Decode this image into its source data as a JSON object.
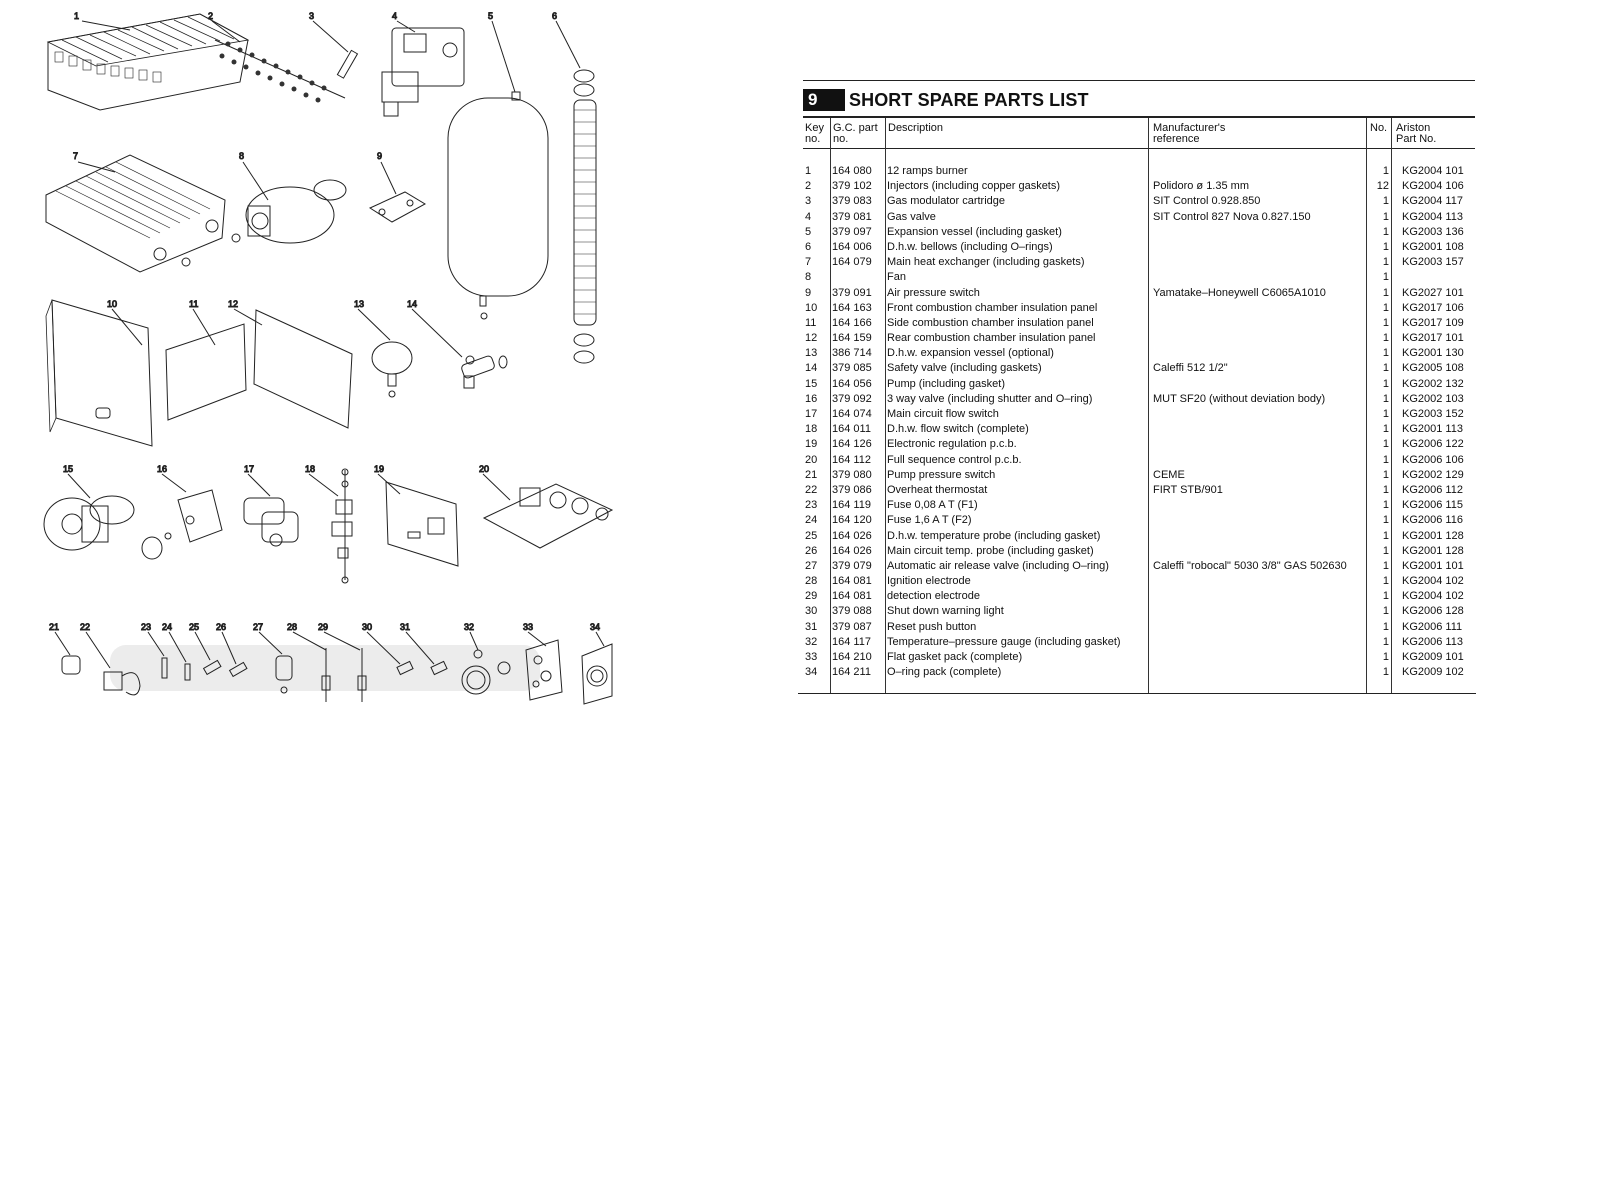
{
  "diagram": {
    "callouts": [
      "1",
      "2",
      "3",
      "4",
      "5",
      "6",
      "7",
      "8",
      "9",
      "10",
      "11",
      "12",
      "13",
      "14",
      "15",
      "16",
      "17",
      "18",
      "19",
      "20",
      "21",
      "22",
      "23",
      "24",
      "25",
      "26",
      "27",
      "28",
      "29",
      "30",
      "31",
      "32",
      "33",
      "34"
    ]
  },
  "parts_list": {
    "section_number": "9",
    "title": "SHORT SPARE PARTS LIST",
    "headers": {
      "key": [
        "Key",
        "no."
      ],
      "gc": [
        "G.C. part",
        "no."
      ],
      "description": [
        "Description"
      ],
      "manufacturer": [
        "Manufacturer's",
        "reference"
      ],
      "no": [
        "No."
      ],
      "ariston": [
        "Ariston",
        "Part No."
      ]
    },
    "rows": [
      {
        "key": "1",
        "gc": "164 080",
        "desc": "12 ramps burner",
        "mfr": "",
        "no": "1",
        "ariston": "KG2004 101"
      },
      {
        "key": "2",
        "gc": "379 102",
        "desc": "Injectors (including copper gaskets)",
        "mfr": "Polidoro ø 1.35 mm",
        "no": "12",
        "ariston": "KG2004 106"
      },
      {
        "key": "3",
        "gc": "379 083",
        "desc": "Gas modulator cartridge",
        "mfr": "SIT Control 0.928.850",
        "no": "1",
        "ariston": "KG2004 117"
      },
      {
        "key": "4",
        "gc": "379 081",
        "desc": "Gas valve",
        "mfr": "SIT Control 827 Nova 0.827.150",
        "no": "1",
        "ariston": "KG2004 113"
      },
      {
        "key": "5",
        "gc": "379 097",
        "desc": "Expansion vessel (including gasket)",
        "mfr": "",
        "no": "1",
        "ariston": "KG2003 136"
      },
      {
        "key": "6",
        "gc": "164 006",
        "desc": "D.h.w. bellows (including O–rings)",
        "mfr": "",
        "no": "1",
        "ariston": "KG2001 108"
      },
      {
        "key": "7",
        "gc": "164 079",
        "desc": "Main heat exchanger (including gaskets)",
        "mfr": "",
        "no": "1",
        "ariston": "KG2003 157"
      },
      {
        "key": "8",
        "gc": "",
        "desc": "Fan",
        "mfr": "",
        "no": "1",
        "ariston": ""
      },
      {
        "key": "9",
        "gc": "379 091",
        "desc": "Air pressure switch",
        "mfr": "Yamatake–Honeywell C6065A1010",
        "no": "1",
        "ariston": "KG2027 101"
      },
      {
        "key": "10",
        "gc": "164 163",
        "desc": "Front combustion chamber insulation panel",
        "mfr": "",
        "no": "1",
        "ariston": "KG2017 106"
      },
      {
        "key": "11",
        "gc": "164 166",
        "desc": "Side combustion chamber insulation panel",
        "mfr": "",
        "no": "1",
        "ariston": "KG2017 109"
      },
      {
        "key": "12",
        "gc": "164 159",
        "desc": "Rear combustion chamber insulation panel",
        "mfr": "",
        "no": "1",
        "ariston": "KG2017 101"
      },
      {
        "key": "13",
        "gc": "386 714",
        "desc": "D.h.w. expansion vessel (optional)",
        "mfr": "",
        "no": "1",
        "ariston": "KG2001 130"
      },
      {
        "key": "14",
        "gc": "379 085",
        "desc": "Safety valve (including gaskets)",
        "mfr": "Caleffi  512 1/2\"",
        "no": "1",
        "ariston": "KG2005 108"
      },
      {
        "key": "15",
        "gc": "164 056",
        "desc": "Pump (including gasket)",
        "mfr": "",
        "no": "1",
        "ariston": "KG2002 132"
      },
      {
        "key": "16",
        "gc": "379 092",
        "desc": "3 way valve (including shutter and O–ring)",
        "mfr": "MUT SF20 (without deviation body)",
        "no": "1",
        "ariston": "KG2002 103"
      },
      {
        "key": "17",
        "gc": "164 074",
        "desc": "Main circuit flow switch",
        "mfr": "",
        "no": "1",
        "ariston": "KG2003 152"
      },
      {
        "key": "18",
        "gc": "164 011",
        "desc": "D.h.w. flow switch (complete)",
        "mfr": "",
        "no": "1",
        "ariston": "KG2001 113"
      },
      {
        "key": "19",
        "gc": "164 126",
        "desc": "Electronic regulation p.c.b.",
        "mfr": "",
        "no": "1",
        "ariston": "KG2006 122"
      },
      {
        "key": "20",
        "gc": "164 112",
        "desc": "Full sequence control p.c.b.",
        "mfr": "",
        "no": "1",
        "ariston": "KG2006 106"
      },
      {
        "key": "21",
        "gc": "379 080",
        "desc": "Pump pressure switch",
        "mfr": "CEME",
        "no": "1",
        "ariston": "KG2002 129"
      },
      {
        "key": "22",
        "gc": "379 086",
        "desc": "Overheat thermostat",
        "mfr": "FIRT STB/901",
        "no": "1",
        "ariston": "KG2006 112"
      },
      {
        "key": "23",
        "gc": "164 119",
        "desc": "Fuse 0,08 A T (F1)",
        "mfr": "",
        "no": "1",
        "ariston": "KG2006 115"
      },
      {
        "key": "24",
        "gc": "164 120",
        "desc": "Fuse 1,6 A T (F2)",
        "mfr": "",
        "no": "1",
        "ariston": "KG2006 116"
      },
      {
        "key": "25",
        "gc": "164 026",
        "desc": "D.h.w. temperature probe (including gasket)",
        "mfr": "",
        "no": "1",
        "ariston": "KG2001 128"
      },
      {
        "key": "26",
        "gc": "164 026",
        "desc": "Main circuit temp. probe (including gasket)",
        "mfr": "",
        "no": "1",
        "ariston": "KG2001 128"
      },
      {
        "key": "27",
        "gc": "379 079",
        "desc": "Automatic air release valve (including O–ring)",
        "mfr": "Caleffi \"robocal\" 5030 3/8\" GAS 502630",
        "no": "1",
        "ariston": "KG2001 101"
      },
      {
        "key": "28",
        "gc": "164 081",
        "desc": "Ignition electrode",
        "mfr": "",
        "no": "1",
        "ariston": "KG2004 102"
      },
      {
        "key": "29",
        "gc": "164 081",
        "desc": "detection electrode",
        "mfr": "",
        "no": "1",
        "ariston": "KG2004 102"
      },
      {
        "key": "30",
        "gc": "379 088",
        "desc": "Shut down warning light",
        "mfr": "",
        "no": "1",
        "ariston": "KG2006 128"
      },
      {
        "key": "31",
        "gc": "379 087",
        "desc": "Reset push button",
        "mfr": "",
        "no": "1",
        "ariston": "KG2006 111"
      },
      {
        "key": "32",
        "gc": "164 117",
        "desc": "Temperature–pressure gauge (including gasket)",
        "mfr": "",
        "no": "1",
        "ariston": "KG2006 113"
      },
      {
        "key": "33",
        "gc": "164 210",
        "desc": "Flat gasket pack (complete)",
        "mfr": "",
        "no": "1",
        "ariston": "KG2009 101"
      },
      {
        "key": "34",
        "gc": "164 211",
        "desc": "O–ring pack (complete)",
        "mfr": "",
        "no": "1",
        "ariston": "KG2009 102"
      }
    ]
  }
}
